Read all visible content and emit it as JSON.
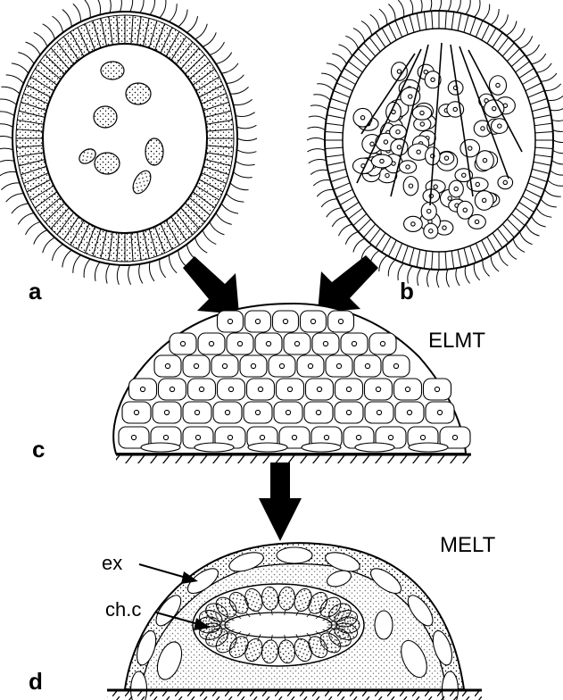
{
  "panels": {
    "a": {
      "letter": "a"
    },
    "b": {
      "letter": "b"
    },
    "c": {
      "letter": "c",
      "stage": "ELMT"
    },
    "d": {
      "letter": "d",
      "stage": "MELT"
    }
  },
  "callouts": {
    "ex": "ex",
    "chc": "ch.c"
  },
  "colors": {
    "ink": "#000000",
    "paper": "#ffffff",
    "cell_fill": "#ffffff"
  }
}
